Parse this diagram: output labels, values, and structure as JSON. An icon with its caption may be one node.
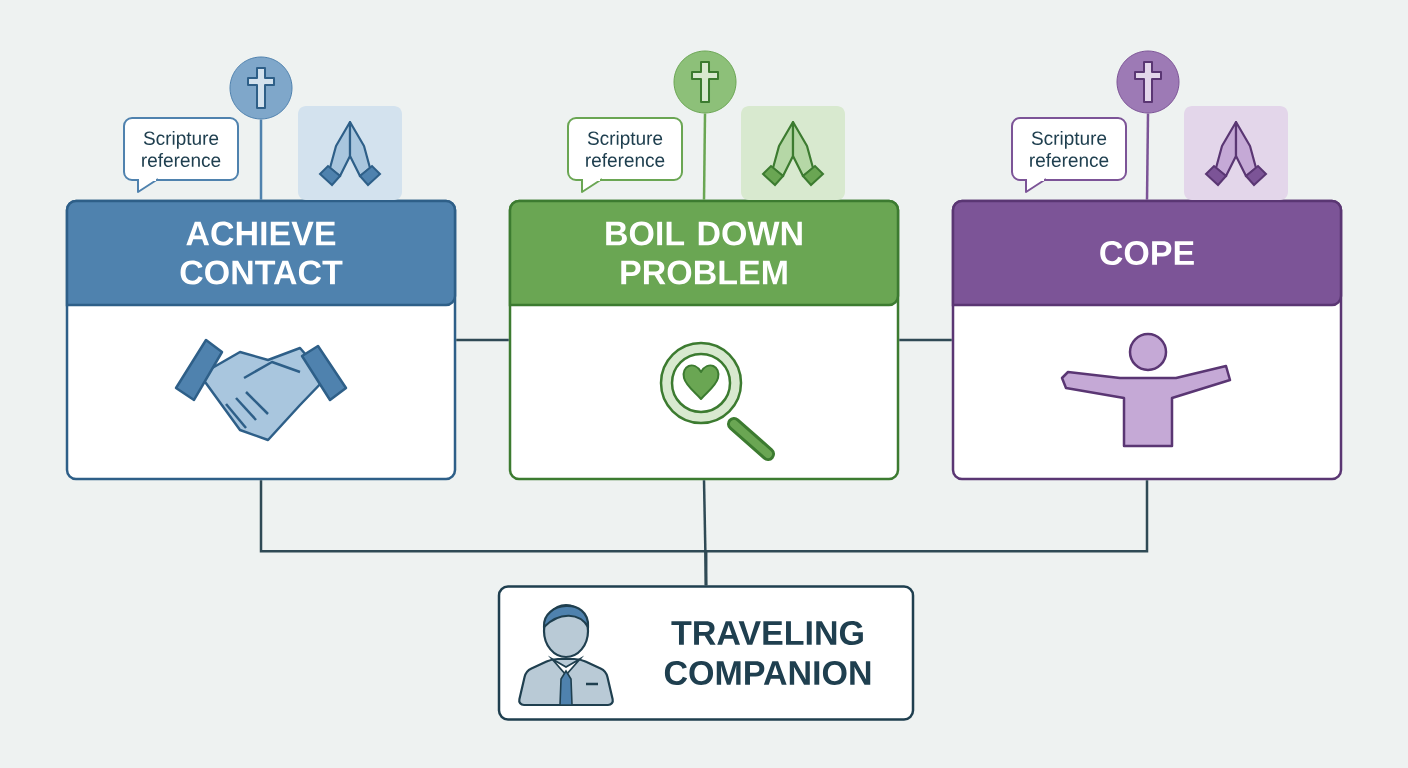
{
  "diagram": {
    "nodes": [
      {
        "text": [
          "ACHIEVE CONTACT"
        ]
      },
      {
        "text": [
          "BOIL DOWN PROBLEM"
        ]
      },
      {
        "text": [
          "COPE"
        ]
      },
      {
        "text": [
          "TRAVELING COMPANION"
        ]
      },
      {
        "text": [
          "Scripture reference"
        ]
      },
      {
        "text": [
          "Scripture reference"
        ]
      },
      {
        "text": [
          "Scripture reference"
        ]
      },
      {
        "text": [],
        "shape": "circle"
      },
      {
        "text": [],
        "shape": "circle"
      },
      {
        "text": [],
        "shape": "circle"
      }
    ],
    "edges": [
      {
        "from": 0,
        "to": 1,
        "arrow": "none"
      },
      {
        "from": 1,
        "to": 2,
        "arrow": "none"
      },
      {
        "from": 7,
        "to": 0,
        "arrow": "none",
        "color": "#4f82ae"
      },
      {
        "from": 8,
        "to": 1,
        "arrow": "none",
        "color": "#6aa653"
      },
      {
        "from": 9,
        "to": 2,
        "arrow": "none",
        "color": "#7c5497"
      },
      {
        "from": 0,
        "to": 3,
        "arrow": "none"
      },
      {
        "from": 1,
        "to": 3,
        "arrow": "none"
      },
      {
        "from": 2,
        "to": 3,
        "arrow": "none"
      }
    ]
  }
}
